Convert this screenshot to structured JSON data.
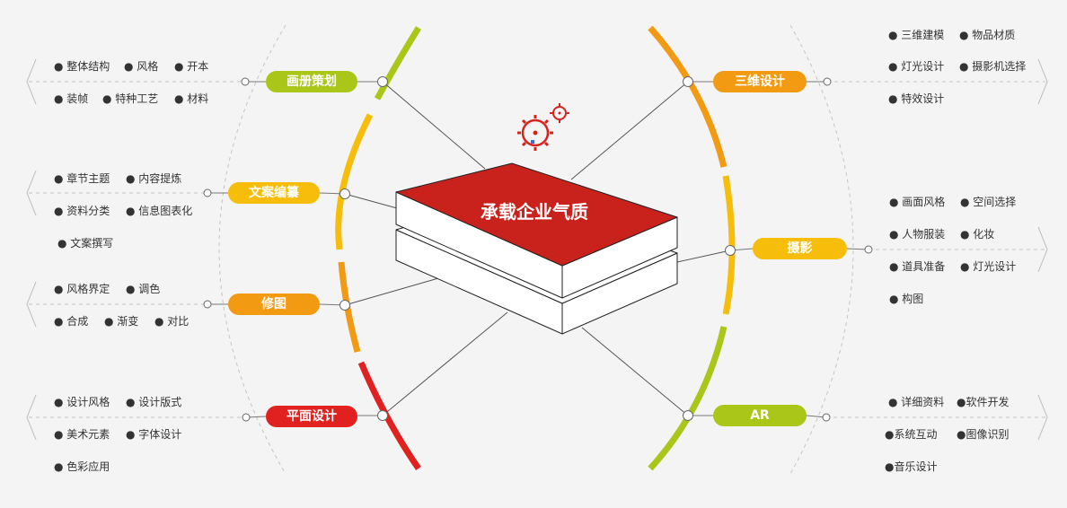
{
  "center": {
    "title": "承载企业气质"
  },
  "left_branches": [
    {
      "label": "画册策划",
      "color": "#a9c619",
      "items": [
        [
          "整体结构",
          "风格",
          "开本"
        ],
        [
          "装帧",
          "特种工艺",
          "材料"
        ]
      ]
    },
    {
      "label": "文案编纂",
      "color": "#f6bd0a",
      "items": [
        [
          "章节主题",
          "内容提炼"
        ],
        [
          "资料分类",
          "信息图表化"
        ],
        [
          "文案撰写"
        ]
      ]
    },
    {
      "label": "修图",
      "color": "#f29a12",
      "items": [
        [
          "风格界定",
          "调色"
        ],
        [
          "合成",
          "渐变",
          "对比"
        ]
      ]
    },
    {
      "label": "平面设计",
      "color": "#e0211f",
      "items": [
        [
          "设计风格",
          "设计版式"
        ],
        [
          "美术元素",
          "字体设计"
        ],
        [
          "色彩应用"
        ]
      ]
    }
  ],
  "right_branches": [
    {
      "label": "三维设计",
      "color": "#f29a12",
      "items": [
        [
          "三维建模",
          "物品材质"
        ],
        [
          "灯光设计",
          "摄影机选择"
        ],
        [
          "特效设计"
        ]
      ]
    },
    {
      "label": "摄影",
      "color": "#f6bd0a",
      "items": [
        [
          "画面风格",
          "空间选择"
        ],
        [
          "人物服装",
          "化妆"
        ],
        [
          "道具准备",
          "灯光设计"
        ],
        [
          "构图"
        ]
      ]
    },
    {
      "label": "AR",
      "color": "#a9c619",
      "items": [
        [
          "详细资料",
          "软件开发"
        ],
        [
          "系统互动",
          "图像识别"
        ],
        [
          "音乐设计"
        ]
      ]
    }
  ],
  "colors": {
    "book_red": "#c9221c",
    "line_gray": "#555555",
    "dash_gray": "#c4c4c4"
  },
  "icons": [
    "gear-icon"
  ]
}
